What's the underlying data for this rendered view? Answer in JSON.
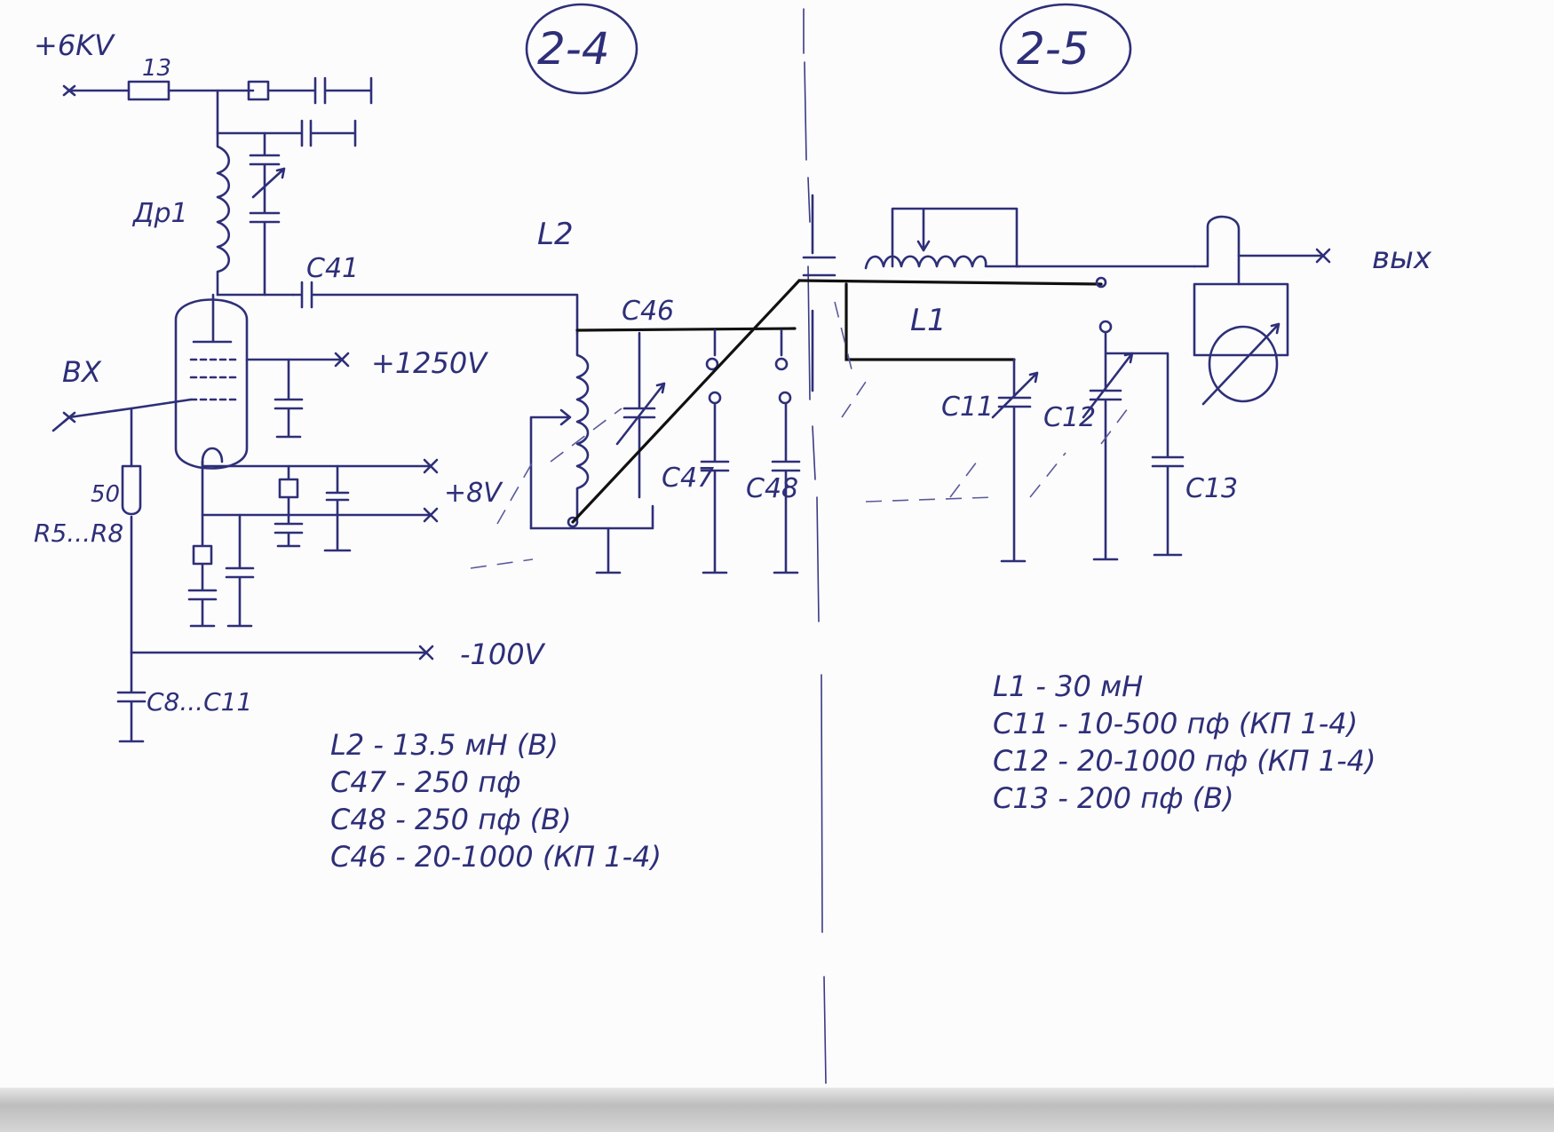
{
  "sections": {
    "left": "2-4",
    "right": "2-5"
  },
  "terminals": {
    "plus_6kv": "+6KV",
    "plus_1250v": "+1250V",
    "plus_8v": "+8V",
    "minus_100v": "-100V",
    "bx": "BX",
    "output": "вых"
  },
  "components": {
    "r13": "13",
    "dr1": "Др1",
    "c41": "C41",
    "l2": "L2",
    "c46": "C46",
    "c47": "C47",
    "c48": "C48",
    "l1": "L1",
    "c11": "C11",
    "c12": "C12",
    "c13": "C13",
    "r_grid_value": "50",
    "r_grid": "R5...R8",
    "c_group": "C8...C11"
  },
  "notes_left": [
    "L2 - 13.5 мН (В)",
    "C47 - 250 пф",
    "C48 - 250 пф (В)",
    "C46 - 20-1000 (КП 1-4)"
  ],
  "notes_right": [
    "L1 - 30 мН",
    "C11 - 10-500 пф (КП 1-4)",
    "C12 - 20-1000 пф (КП 1-4)",
    "C13 - 200 пф (В)"
  ],
  "colors": {
    "ink": "#2e2f78",
    "marker": "#111111",
    "paper": "#fcfcfd"
  }
}
